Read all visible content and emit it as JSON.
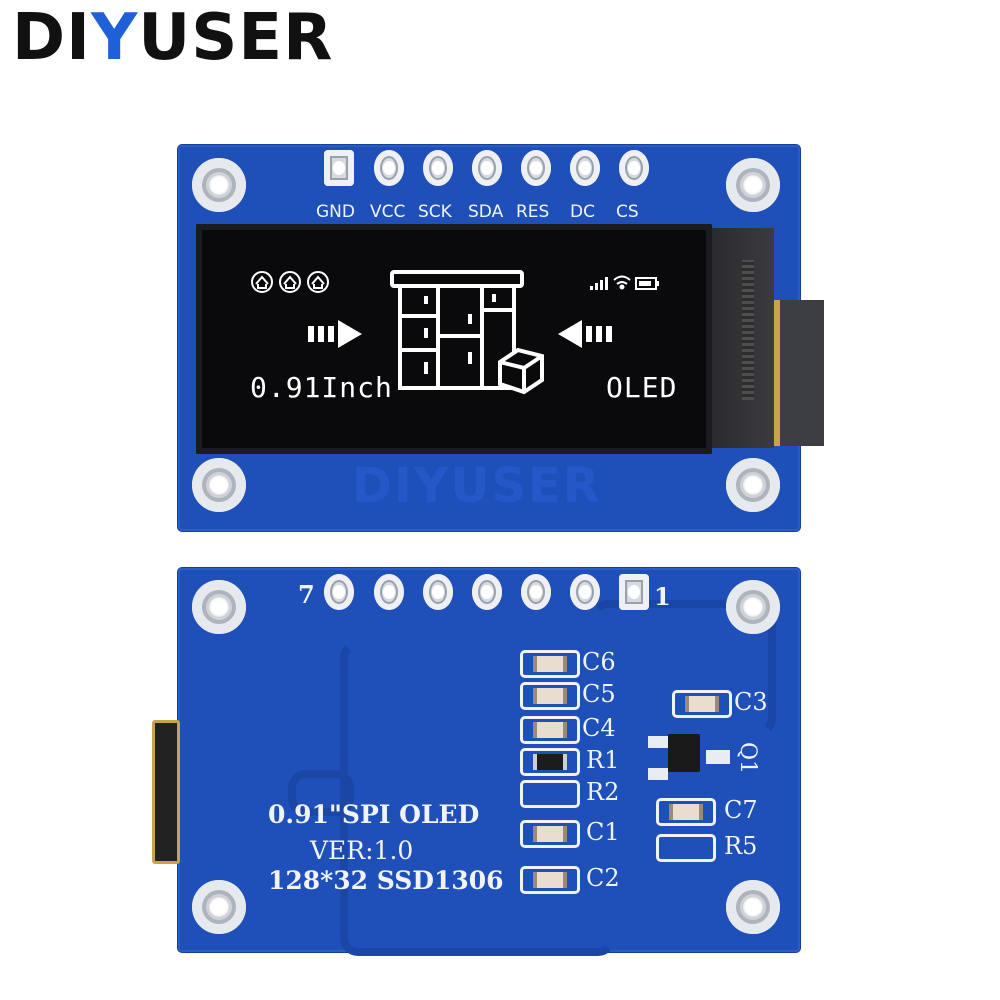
{
  "brand": {
    "prefix": "DI",
    "accent": "Y",
    "suffix": "USER"
  },
  "front": {
    "pin_labels": [
      "GND",
      "VCC",
      "SCK",
      "SDA",
      "RES",
      "DC",
      "CS"
    ],
    "screen": {
      "left_text": "0.91Inch",
      "right_text": "OLED"
    },
    "watermark": "DIYUSER"
  },
  "back": {
    "pin_start": "7",
    "pin_end": "1",
    "components": [
      "C6",
      "C5",
      "C4",
      "R1",
      "R2",
      "C1",
      "C2",
      "C3",
      "Q1",
      "C7",
      "R5"
    ],
    "silkscreen": {
      "line1": "0.91\"SPI OLED",
      "line2": "VER:1.0",
      "line3": "128*32 SSD1306"
    }
  },
  "colors": {
    "pcb": "#1f4fb8",
    "brand_accent": "#1f5fd8",
    "oled_text": "#ffffff"
  }
}
